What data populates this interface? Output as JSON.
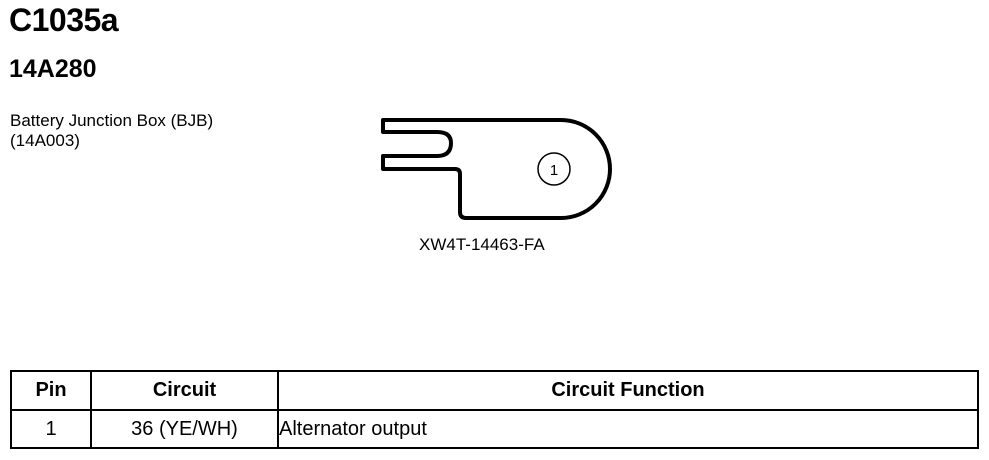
{
  "header": {
    "connector_id": "C1035a",
    "part_number": "14A280"
  },
  "location": {
    "line1": "Battery Junction Box (BJB)",
    "line2": "(14A003)"
  },
  "diagram": {
    "pin_callout": "1",
    "figure_code": "XW4T-14463-FA"
  },
  "pin_table": {
    "headers": {
      "pin": "Pin",
      "circuit": "Circuit",
      "function": "Circuit Function"
    },
    "rows": [
      {
        "pin": "1",
        "circuit": "36 (YE/WH)",
        "function": "Alternator output"
      }
    ]
  }
}
